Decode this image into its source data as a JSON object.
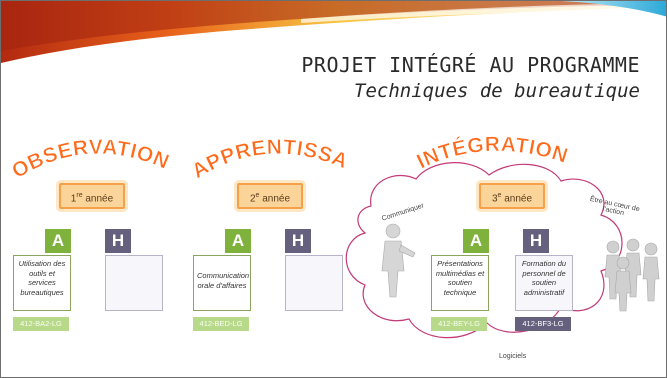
{
  "title": {
    "line1": "PROJET INTÉGRÉ AU PROGRAMME",
    "line2": "Techniques de bureautique"
  },
  "phases": [
    {
      "name": "OBSERVATION",
      "year_num": "1",
      "year_sup": "re",
      "year_word": "année",
      "a_letter": "A",
      "h_letter": "H",
      "a_text": "Utilisation des outils et services bureautiques",
      "h_text": "",
      "code": "412-BA2-LG"
    },
    {
      "name": "APPRENTISSAGE",
      "year_num": "2",
      "year_sup": "e",
      "year_word": "année",
      "a_letter": "A",
      "h_letter": "H",
      "a_text": "Communication orale d'affaires",
      "h_text": "",
      "code": "412-BED-LG"
    },
    {
      "name": "INTÉGRATION",
      "year_num": "3",
      "year_sup": "e",
      "year_word": "année",
      "a_letter": "A",
      "h_letter": "H",
      "a_text": "Présentations multimédias et soutien technique",
      "h_text": "Formation du personnel de soutien administratif",
      "code_a": "412-BEY-LG",
      "code_h": "412-BF3-LG"
    }
  ],
  "cloud_labels": {
    "communiquer": "Communiquer",
    "coeur": "Être au cœur de l'action",
    "logiciels": "Logiciels"
  },
  "colors": {
    "accent_orange": "#ff6a1a",
    "green": "#7eb23c",
    "purple": "#66607f",
    "year_box": "#fbd49a"
  }
}
